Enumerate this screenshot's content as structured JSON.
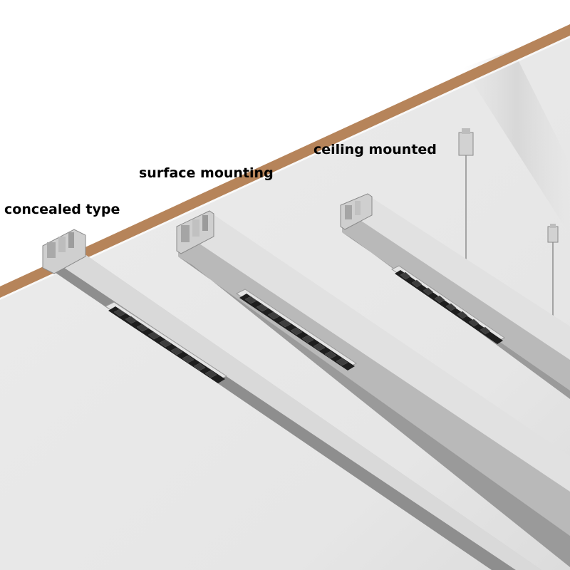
{
  "labels": {
    "concealed": "concealed type",
    "surface": "surface mounting",
    "ceiling": "ceiling mounted"
  },
  "colors": {
    "background": "#ffffff",
    "ceiling": "#e9e9e9",
    "wood_edge": "#b6845a",
    "rail_light": "#d6d6d6",
    "rail_mid": "#b9b9b9",
    "rail_dark": "#8e8e8e",
    "led_dark": "#1e1e1e",
    "label_text": "#000000"
  }
}
